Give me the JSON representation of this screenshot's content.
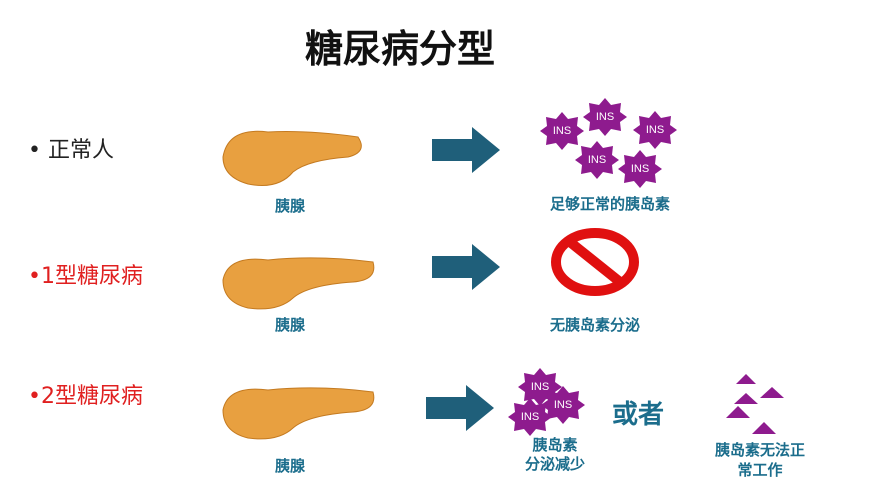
{
  "title": "糖尿病分型",
  "rows": [
    {
      "bullet": "• 正常人",
      "organ": "胰腺",
      "result": "足够正常的胰岛素"
    },
    {
      "bullet": "•1型糖尿病",
      "organ": "胰腺",
      "result": "无胰岛素分泌"
    },
    {
      "bullet": "•2型糖尿病",
      "organ": "胰腺",
      "result1": "胰岛素\n分泌减少",
      "or": "或者",
      "result2": "胰岛素无法正\n常工作"
    }
  ],
  "ins_label": "INS",
  "colors": {
    "label": "#1b6d8c",
    "arrow": "#1f5f7a",
    "insulin": "#8e1b8e",
    "pancreas": "#e8a040",
    "no": "#e01010"
  }
}
